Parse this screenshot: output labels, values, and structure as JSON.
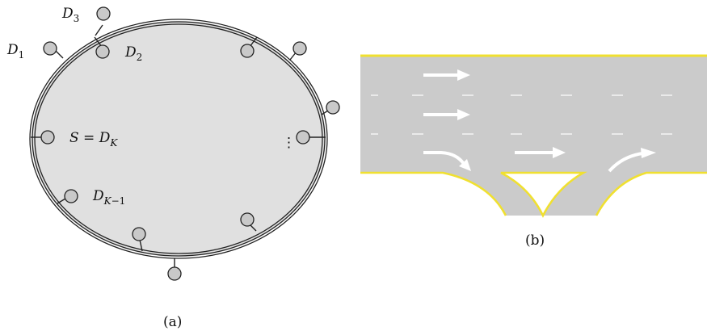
{
  "panel_a": {
    "caption": "(a)",
    "labels": {
      "d3": {
        "base": "D",
        "sub": "3"
      },
      "d1": {
        "base": "D",
        "sub": "1"
      },
      "d2": {
        "base": "D",
        "sub": "2"
      },
      "s": {
        "lhs": "S",
        "eq": " = ",
        "base": "D",
        "sub": "K"
      },
      "dk1": {
        "base": "D",
        "sub": "K",
        "sub_rest": "−1"
      },
      "vdots": "⋮"
    }
  },
  "panel_b": {
    "caption": "(b)"
  },
  "colors": {
    "disk_fill": "#e0e0e0",
    "node_fill": "#c9c9c9",
    "road": "#cbcbcb",
    "road_edge": "#f0e030",
    "arrow": "#ffffff",
    "stroke": "#222222"
  }
}
